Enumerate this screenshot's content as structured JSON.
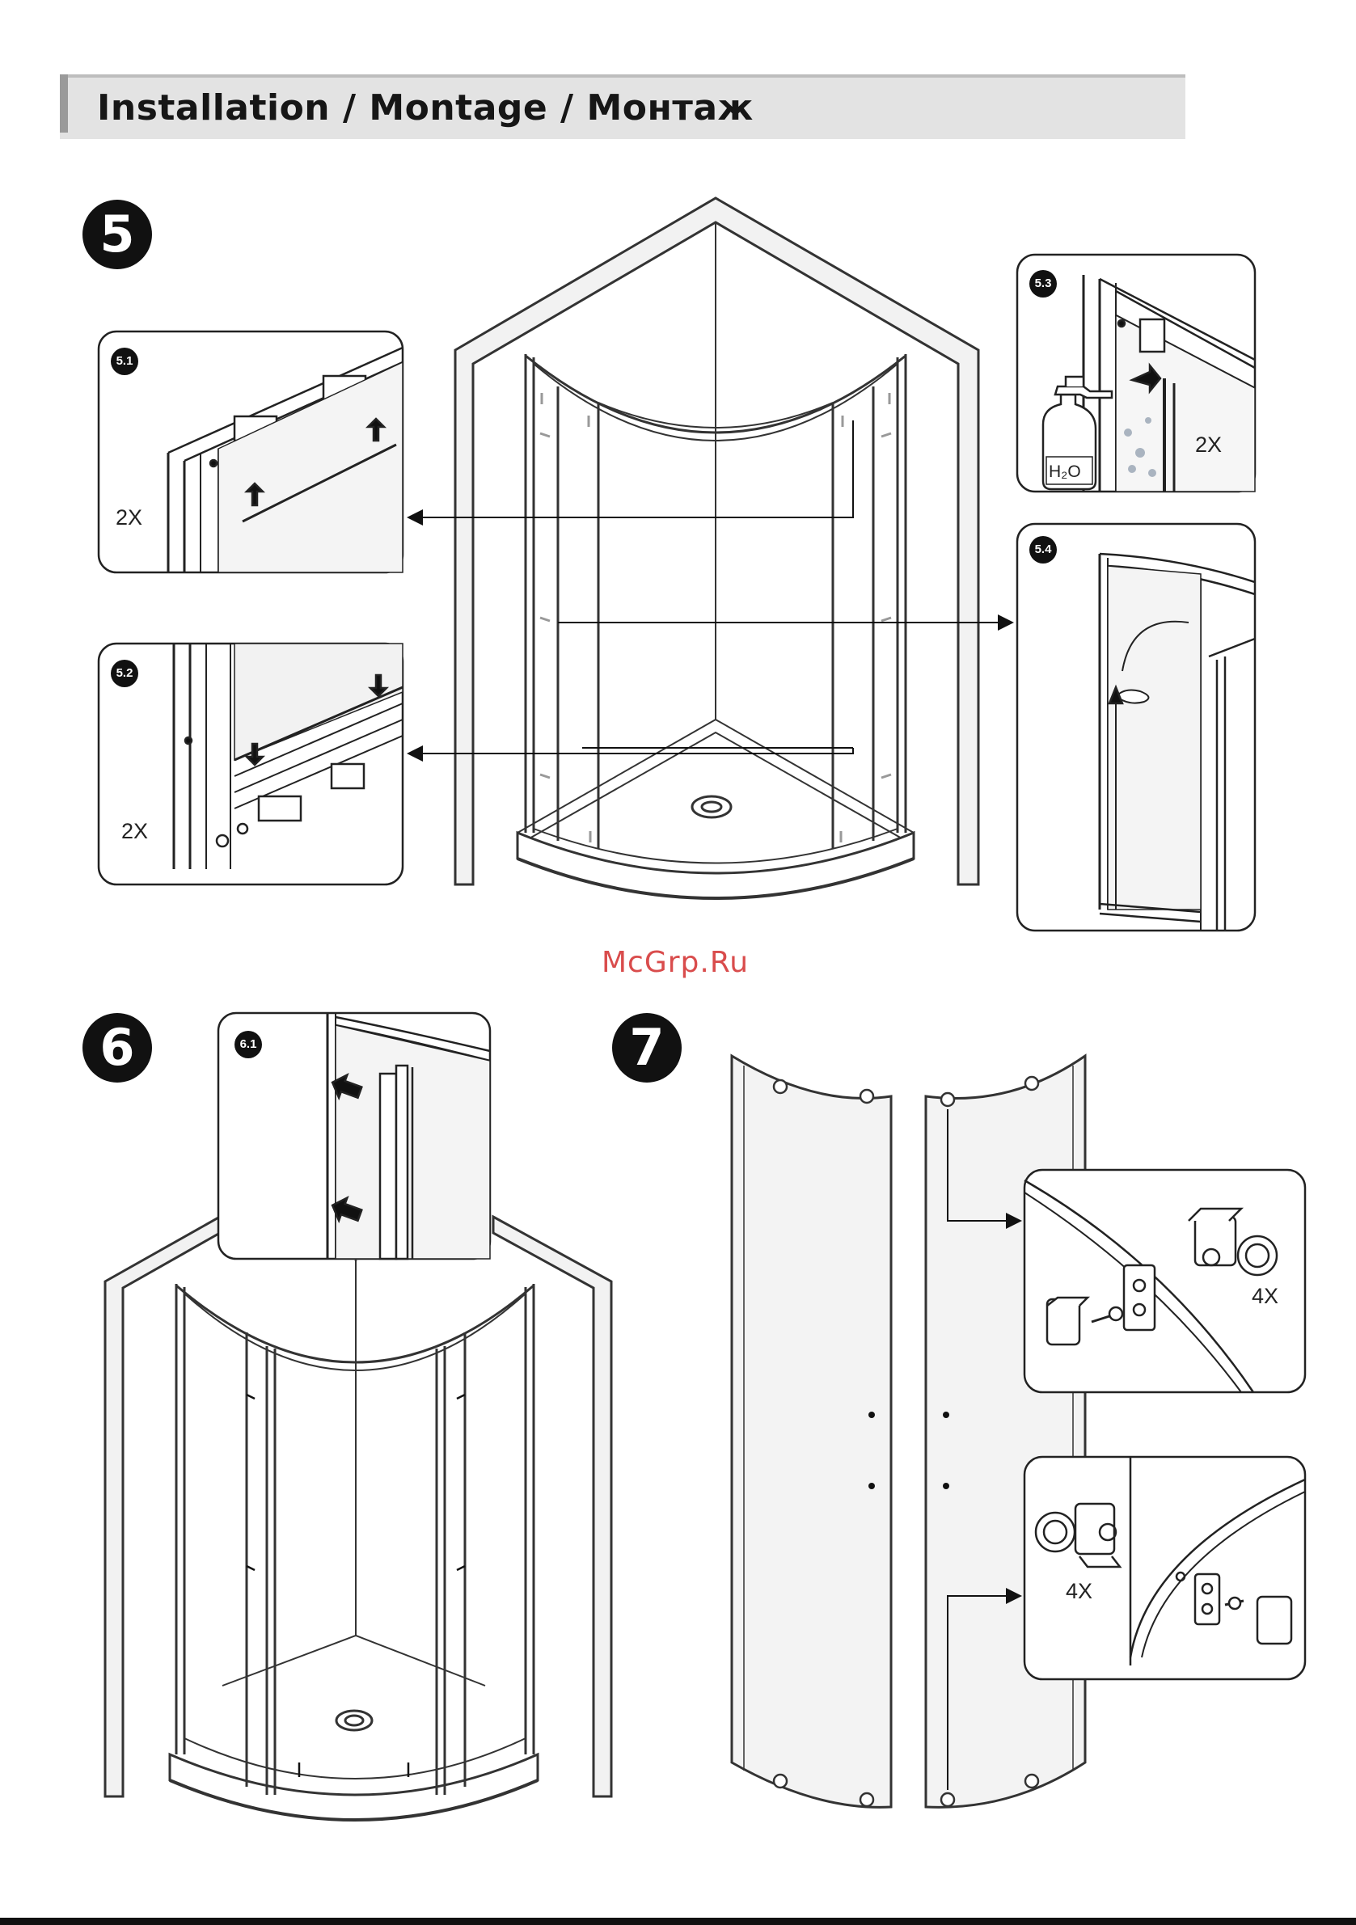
{
  "header": {
    "title": "Installation / Montage / Монтаж"
  },
  "steps": {
    "s5": "5",
    "s6": "6",
    "s7": "7"
  },
  "callouts": {
    "c51": {
      "badge": "5.1",
      "qty": "2X"
    },
    "c52": {
      "badge": "5.2",
      "qty": "2X"
    },
    "c53": {
      "badge": "5.3",
      "qty": "2X",
      "bottle_label": "H₂O"
    },
    "c54": {
      "badge": "5.4"
    },
    "c61": {
      "badge": "6.1"
    },
    "c7a": {
      "qty": "4X"
    },
    "c7b": {
      "qty": "4X"
    }
  },
  "watermark": "McGrp.Ru"
}
